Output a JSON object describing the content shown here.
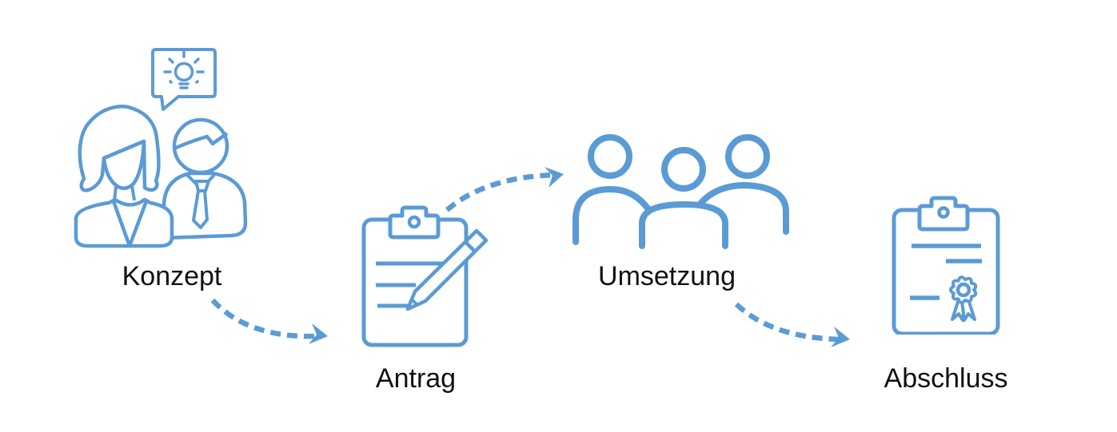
{
  "diagram": {
    "type": "process-flow",
    "background_color": "#ffffff",
    "accent_color": "#5B9BD5",
    "text_color": "#111111",
    "steps": [
      {
        "id": "konzept",
        "label": "Konzept",
        "icon": "two-people-idea-bubble-icon"
      },
      {
        "id": "antrag",
        "label": "Antrag",
        "icon": "clipboard-pencil-icon"
      },
      {
        "id": "umsetzung",
        "label": "Umsetzung",
        "icon": "three-people-team-icon"
      },
      {
        "id": "abschluss",
        "label": "Abschluss",
        "icon": "certificate-clipboard-ribbon-icon"
      }
    ],
    "arrows": [
      {
        "from": "Konzept",
        "to": "Antrag",
        "style": "dashed-curved-arrow"
      },
      {
        "from": "Antrag",
        "to": "Umsetzung",
        "style": "dashed-curved-arrow"
      },
      {
        "from": "Umsetzung",
        "to": "Abschluss",
        "style": "dashed-curved-arrow"
      }
    ]
  }
}
